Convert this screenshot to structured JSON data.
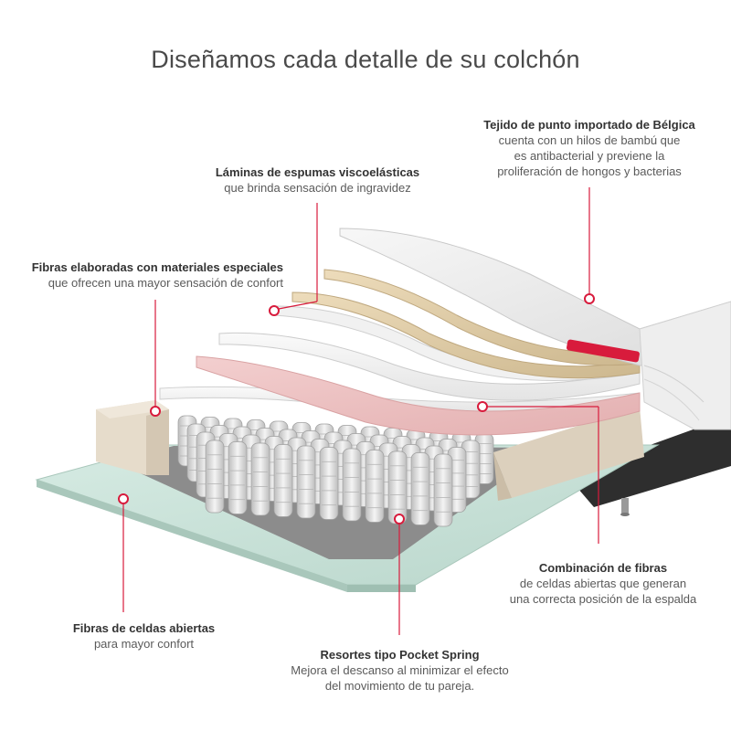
{
  "title": "Diseñamos cada detalle de su colchón",
  "labels": {
    "tejido": {
      "head": "Tejido de punto importado de Bélgica",
      "lines": [
        "cuenta con un hilos de bambú que",
        "es antibacterial y previene la",
        "proliferación de hongos y bacterias"
      ]
    },
    "laminas": {
      "head": "Láminas de espumas viscoelásticas",
      "lines": [
        "que brinda sensación de ingravidez"
      ]
    },
    "fibras_especiales": {
      "head": "Fibras elaboradas con materiales especiales",
      "lines": [
        "que ofrecen una mayor sensación de confort"
      ]
    },
    "combinacion": {
      "head": "Combinación de fibras",
      "lines": [
        "de celdas abiertas que generan",
        "una correcta posición de la espalda"
      ]
    },
    "celdas": {
      "head": "Fibras de celdas abiertas",
      "lines": [
        "para mayor confort"
      ]
    },
    "resortes": {
      "head": "Resortes tipo Pocket Spring",
      "lines": [
        "Mejora el descanso al minimizar el efecto",
        "del movimiento de tu pareja."
      ]
    }
  },
  "colors": {
    "accent": "#d81b3c",
    "base_foam": "#c9e3d9",
    "pink_layer": "#ecc2c3",
    "tan_layer": "#e2d1ae",
    "side_foam": "#e3d8c7"
  }
}
